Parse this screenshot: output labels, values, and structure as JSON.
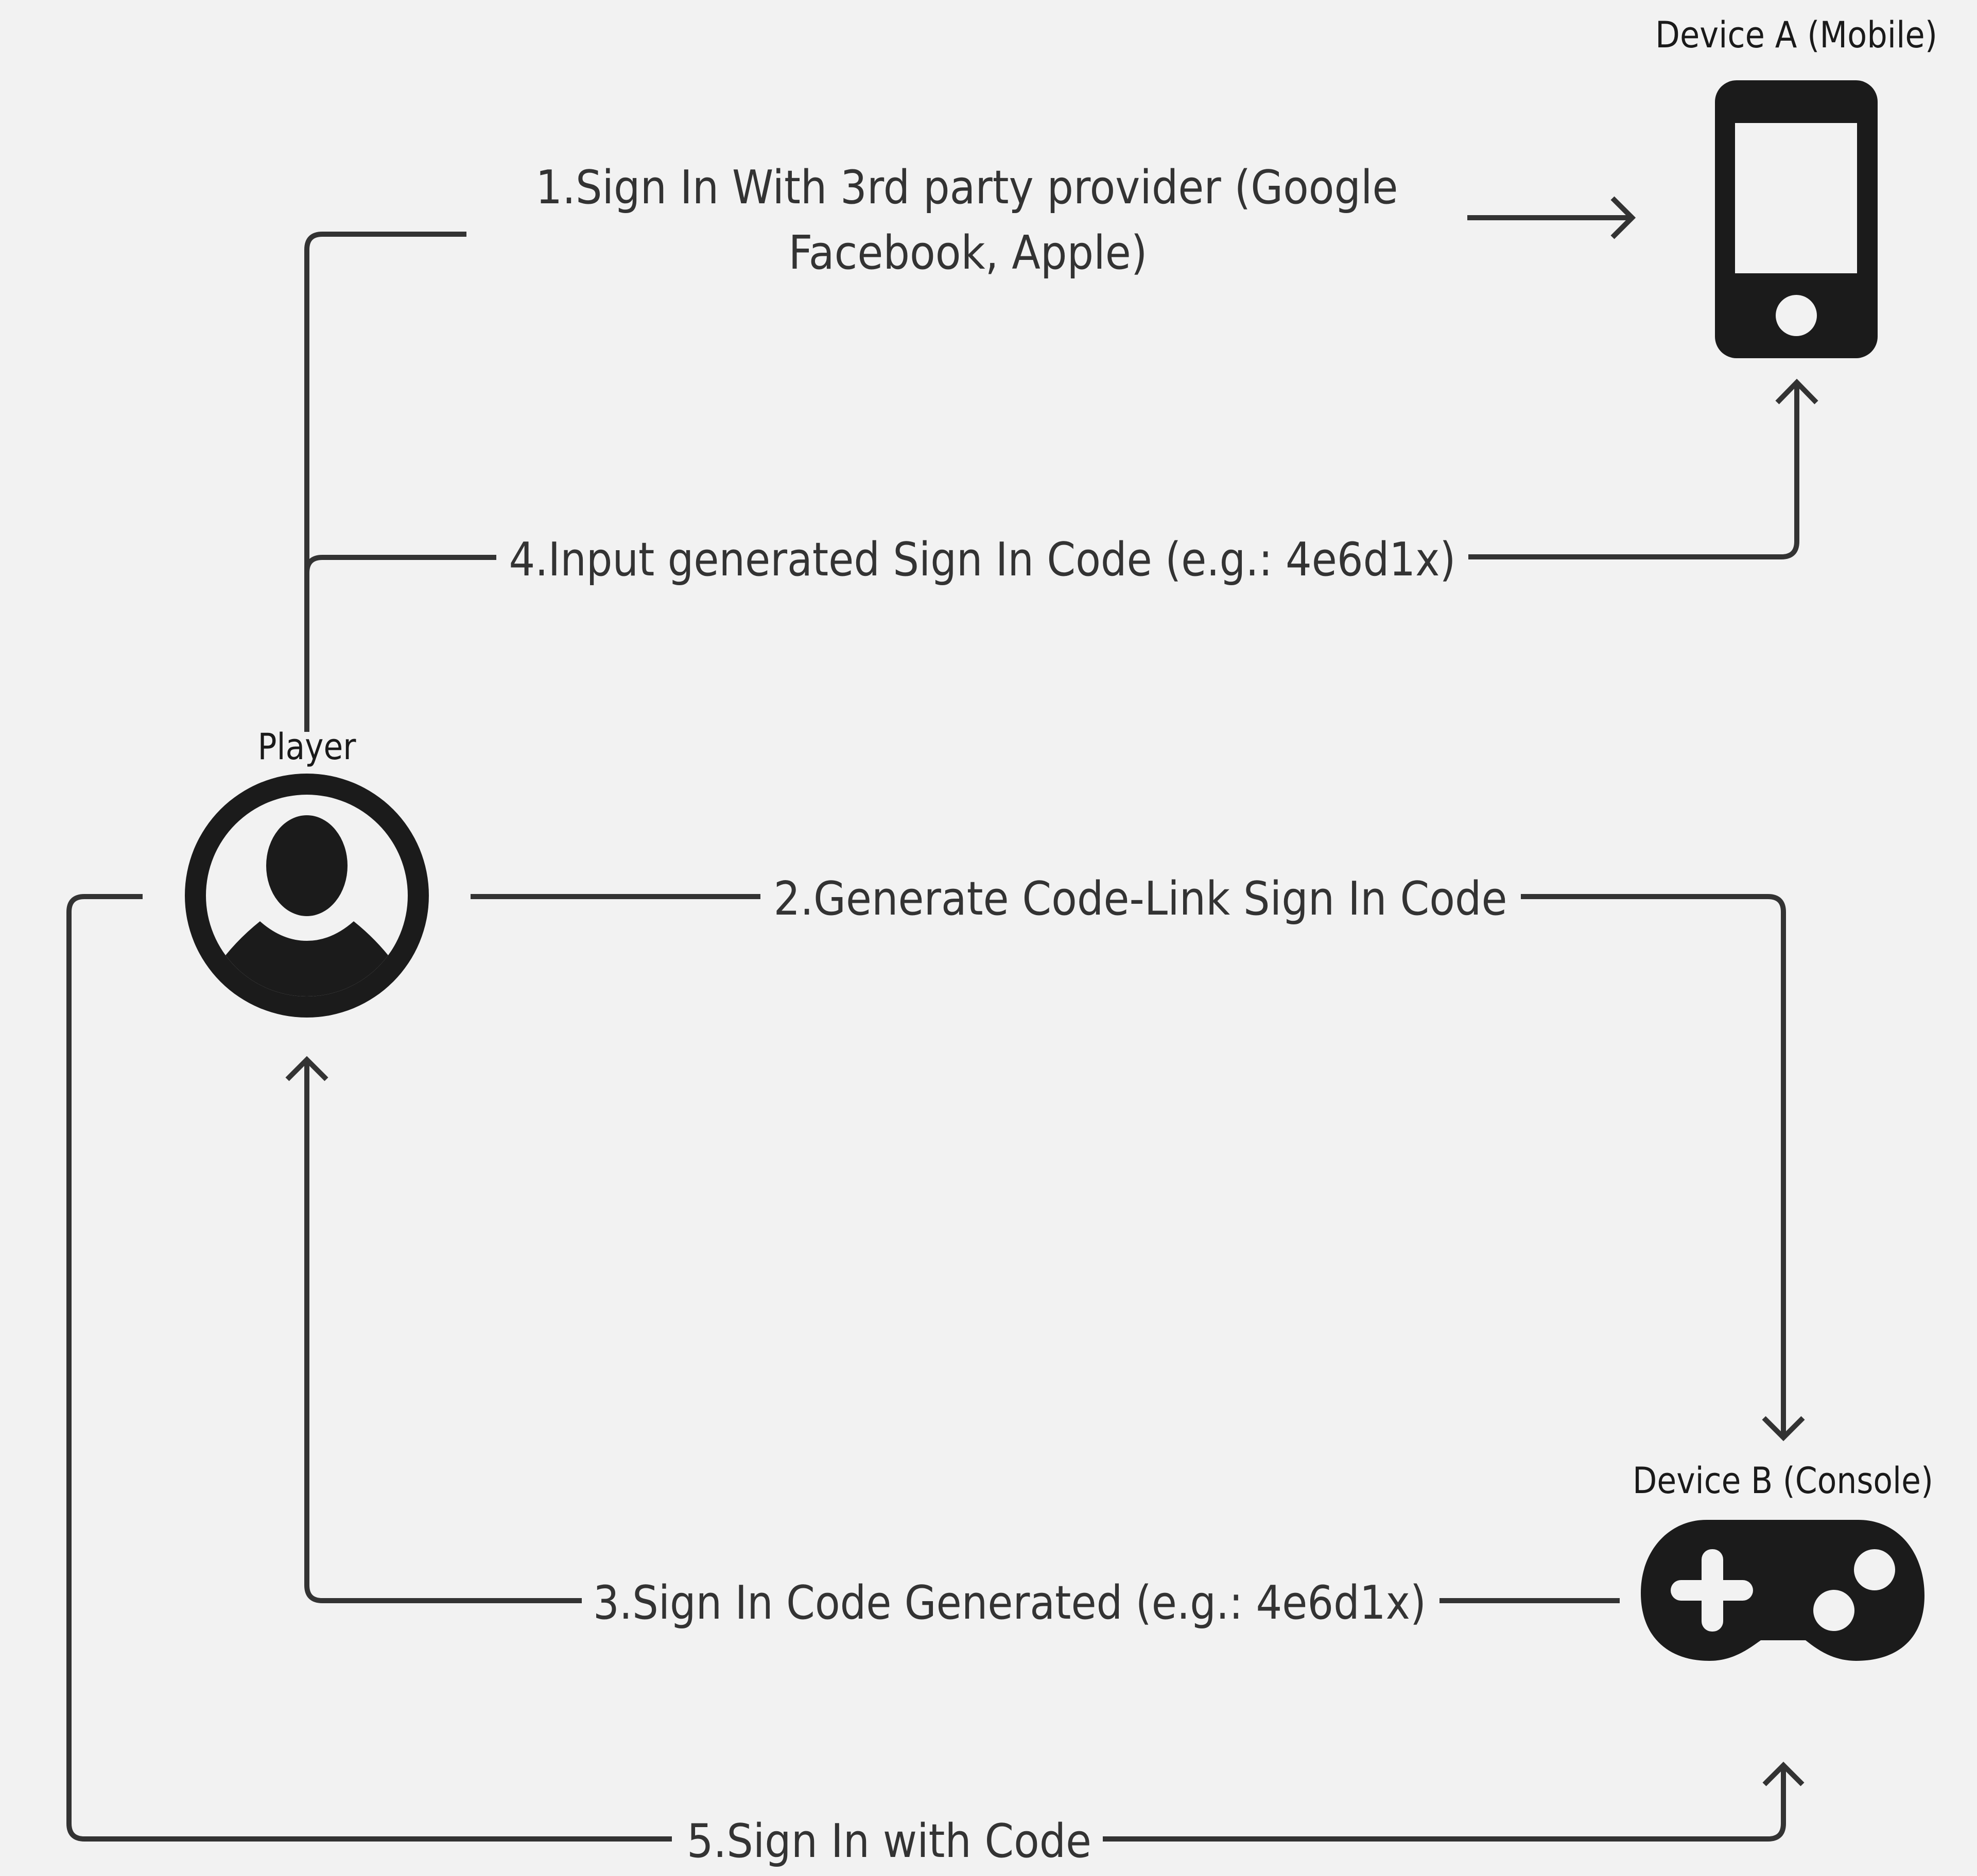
{
  "diagram": {
    "colors": {
      "background": "#f2f2f2",
      "connector": "#333333",
      "icon": "#1b1b1b",
      "text": "#333333"
    },
    "nodes": {
      "player": {
        "label": "Player",
        "icon": "user-circle-icon"
      },
      "device_a": {
        "label": "Device A (Mobile)",
        "icon": "mobile-phone-icon"
      },
      "device_b": {
        "label": "Device B (Console)",
        "icon": "gamepad-icon"
      }
    },
    "steps": [
      {
        "from": "Player",
        "to": "Device A (Mobile)",
        "line1": "1.Sign In With 3rd party provider (Google",
        "line2": "Facebook, Apple)"
      },
      {
        "from": "Player",
        "to": "Device B (Console)",
        "label": "2.Generate Code-Link Sign In Code"
      },
      {
        "from": "Device B (Console)",
        "to": "Player",
        "label": "3.Sign In Code Generated (e.g.: 4e6d1x)"
      },
      {
        "from": "Player",
        "to": "Device A (Mobile)",
        "label": "4.Input generated Sign In Code (e.g.: 4e6d1x)"
      },
      {
        "from": "Player",
        "to": "Device B (Console)",
        "label": "5.Sign In with Code"
      }
    ]
  }
}
